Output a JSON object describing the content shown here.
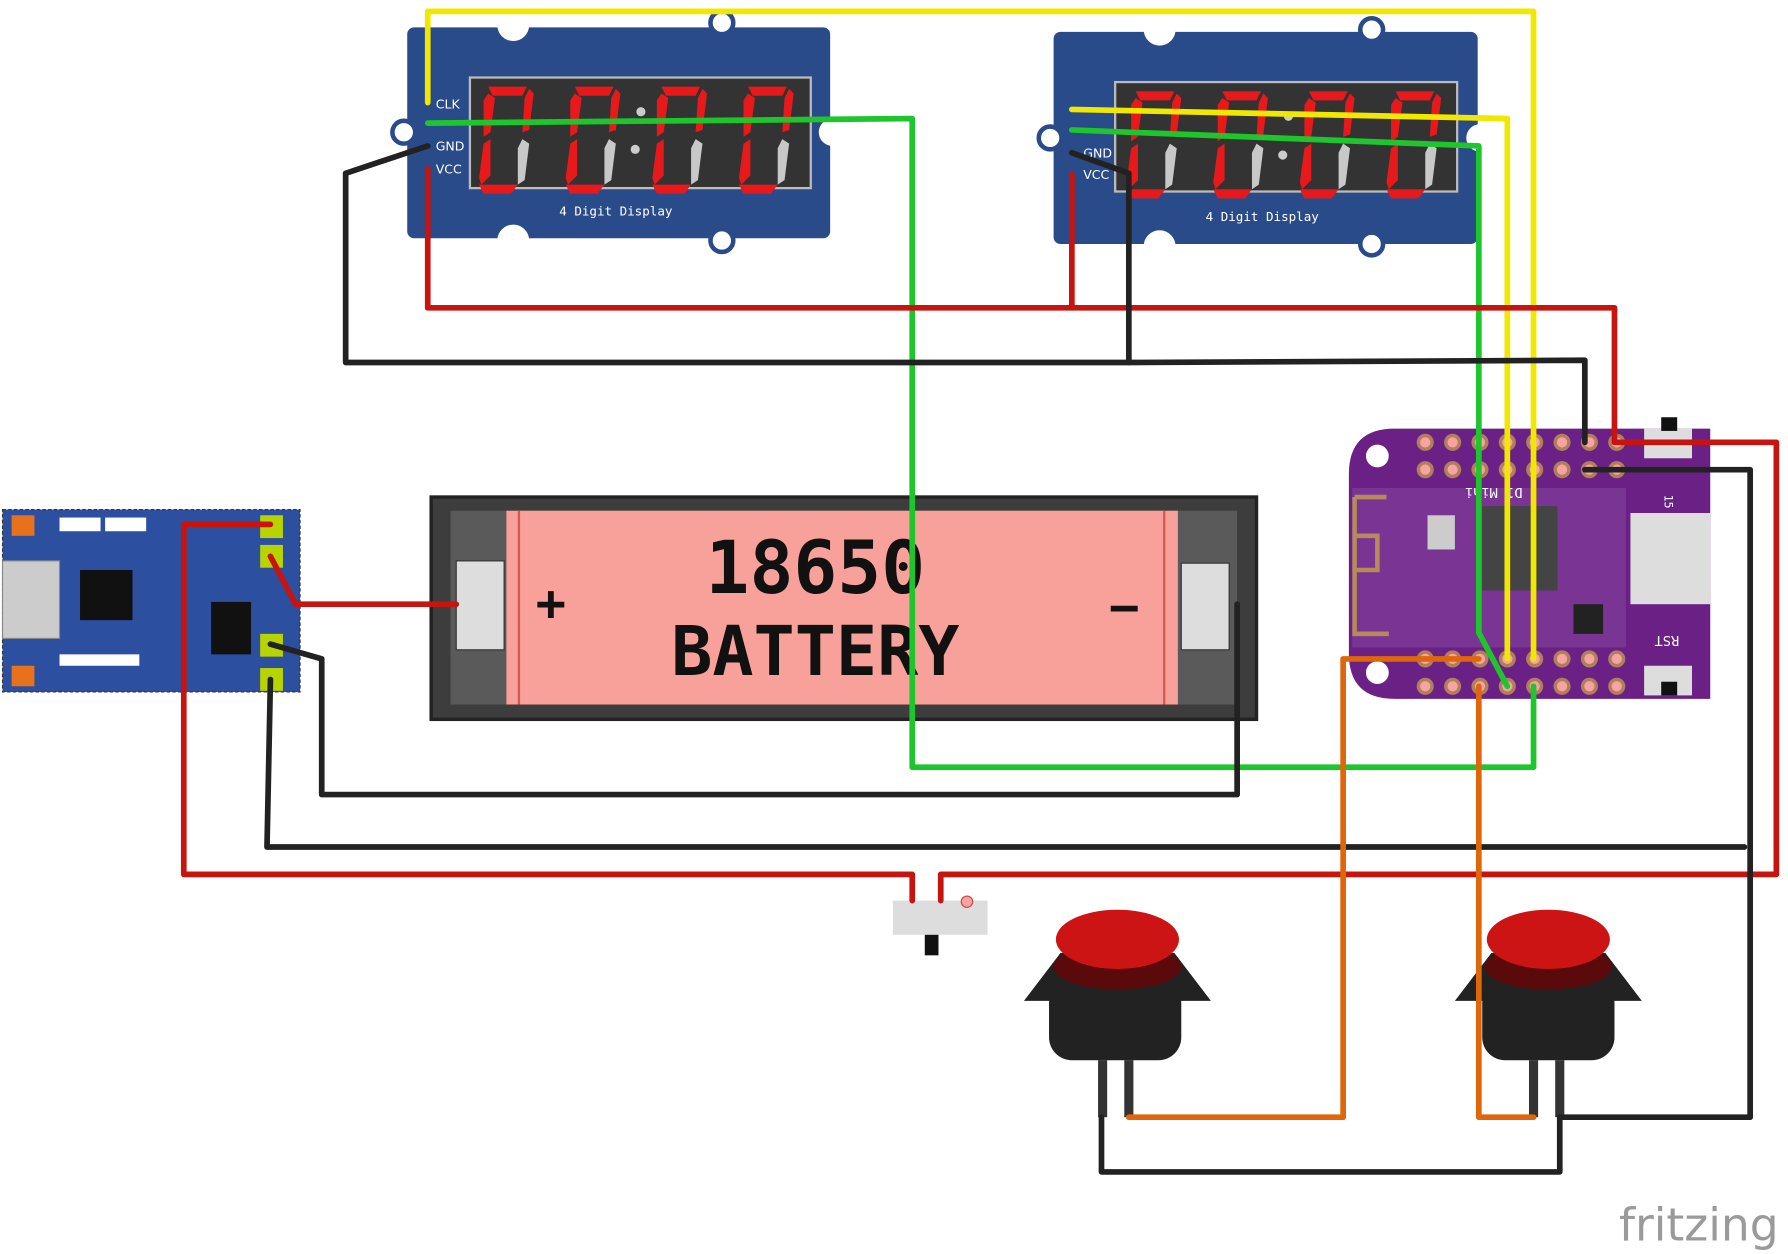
{
  "displays": [
    {
      "pins": [
        "CLK",
        "GND",
        "VCC"
      ],
      "label": "4 Digit Display"
    },
    {
      "pins": [
        "GND",
        "VCC"
      ],
      "label": "4 Digit Display"
    }
  ],
  "battery": {
    "model": "18650",
    "label": "BATTERY",
    "plus": "+",
    "minus": "−"
  },
  "board": {
    "name": "D1 Mini",
    "reset_label": "RST",
    "pin_label": "15"
  },
  "logo": "fritzing",
  "colors": {
    "wire_yellow": "#f0e800",
    "wire_green": "#1fc52c",
    "wire_red": "#c8140f",
    "wire_black": "#222222",
    "wire_orange": "#e0660c",
    "display_board": "#2a4b8a",
    "board_purple": "#6b2085",
    "battery_pink": "#f7a19a",
    "charger_blue": "#2d4fa0"
  }
}
